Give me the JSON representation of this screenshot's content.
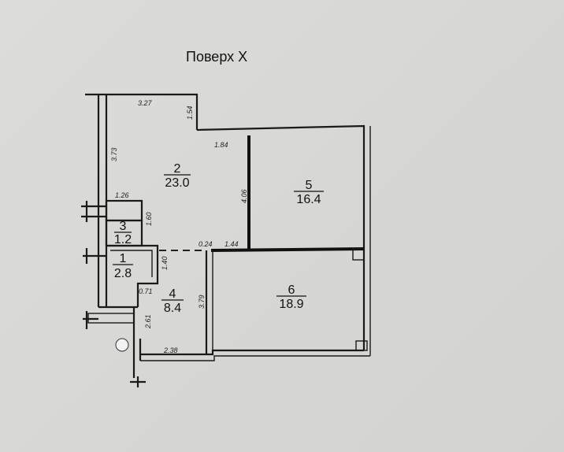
{
  "title": "Поверх X",
  "rooms": [
    {
      "num": "1",
      "area": "2.8"
    },
    {
      "num": "2",
      "area": "23.0"
    },
    {
      "num": "3",
      "area": "1.2"
    },
    {
      "num": "4",
      "area": "8.4"
    },
    {
      "num": "5",
      "area": "16.4"
    },
    {
      "num": "6",
      "area": "18.9"
    }
  ],
  "dimensions": {
    "d_3_27": "3.27",
    "d_1_54": "1.54",
    "d_3_73": "3.73",
    "d_1_84": "1.84",
    "d_4_06": "4.06",
    "d_1_26": "1.26",
    "d_1_60": "1.60",
    "d_0_24": "0.24",
    "d_1_44": "1.44",
    "d_1_40": "1.40",
    "d_0_71": "0.71",
    "d_3_79": "3.79",
    "d_2_61": "2.61",
    "d_2_38": "2.38"
  },
  "colors": {
    "ink": "#1a1a1a",
    "paper": "#d9d9d7"
  }
}
